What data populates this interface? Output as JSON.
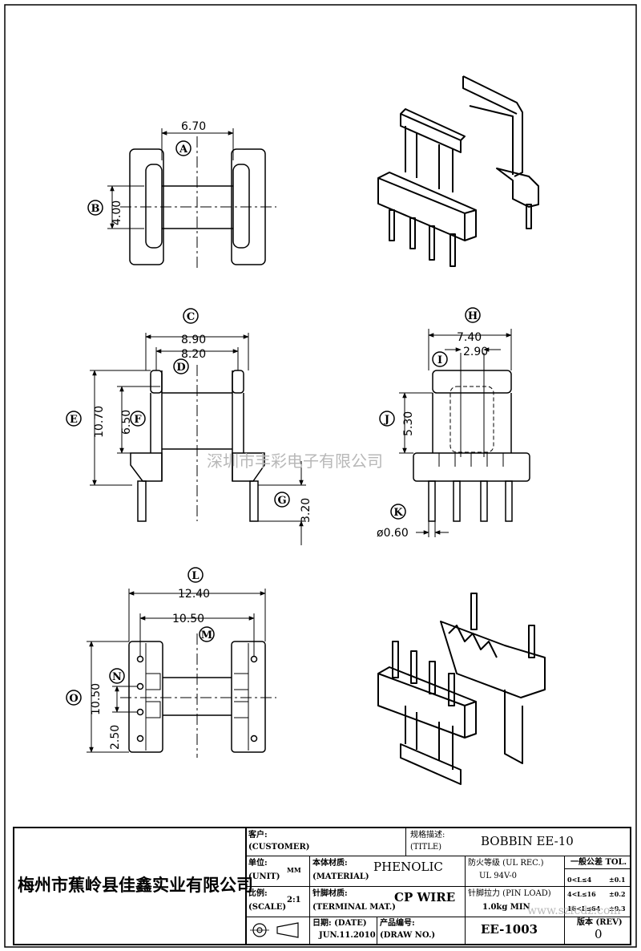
{
  "dimensions": {
    "top_view": {
      "width": "6.70",
      "height": "4.00"
    },
    "front_view": {
      "outer_width": "8.90",
      "inner_width": "8.20",
      "height": "10.70",
      "flange_height": "6.50",
      "pin_length": "3.20"
    },
    "side_view": {
      "width": "7.40",
      "core_width": "2.90",
      "core_height": "5.30",
      "pin_dia": "ø0.60"
    },
    "bottom_view": {
      "outer_width": "12.40",
      "pin_span": "10.50",
      "height": "10.50",
      "pitch": "2.50"
    }
  },
  "callouts": [
    "A",
    "B",
    "C",
    "D",
    "E",
    "F",
    "G",
    "H",
    "I",
    "J",
    "K",
    "L",
    "M",
    "N",
    "O"
  ],
  "watermark": {
    "cn": "深圳市丰彩电子有限公司",
    "url": "www.szfcdz.com"
  },
  "title_block": {
    "company": "梅州市蕉岭县佳鑫实业有限公司",
    "customer_label_cn": "客户:",
    "customer_label_en": "(CUSTOMER)",
    "title_label_cn": "规格描述:",
    "title_label_en": "(TITLE)",
    "title_value": "BOBBIN EE-10",
    "unit_label_cn": "单位:",
    "unit_label_en": "(UNIT)",
    "unit_value": "MM",
    "material_label_cn": "本体材质:",
    "material_label_en": "(MATERIAL)",
    "material_value": "PHENOLIC",
    "flame_label": "防火等级 (UL REC.)",
    "flame_value": "UL 94V-0",
    "tol_title": "一般公差 TOL.",
    "tol_rows": [
      {
        "range": "0<L≤4",
        "tol": "±0.1"
      },
      {
        "range": "4<L≤16",
        "tol": "±0.2"
      },
      {
        "range": "16<L≤64",
        "tol": "±0.3"
      }
    ],
    "scale_label_cn": "比例:",
    "scale_label_en": "(SCALE)",
    "scale_value": "2:1",
    "terminal_label_cn": "针脚材质:",
    "terminal_label_en": "(TERMINAL MAT.)",
    "terminal_value": "CP WIRE",
    "pinload_label": "针脚拉力 (PIN LOAD)",
    "pinload_value": "1.0kg MIN",
    "date_label": "日期: (DATE)",
    "date_value": "JUN.11.2010",
    "drawno_label_cn": "产品编号:",
    "drawno_label_en": "(DRAW NO.)",
    "drawno_value": "EE-1003",
    "rev_label": "版本 (REV)",
    "rev_value": "0"
  }
}
